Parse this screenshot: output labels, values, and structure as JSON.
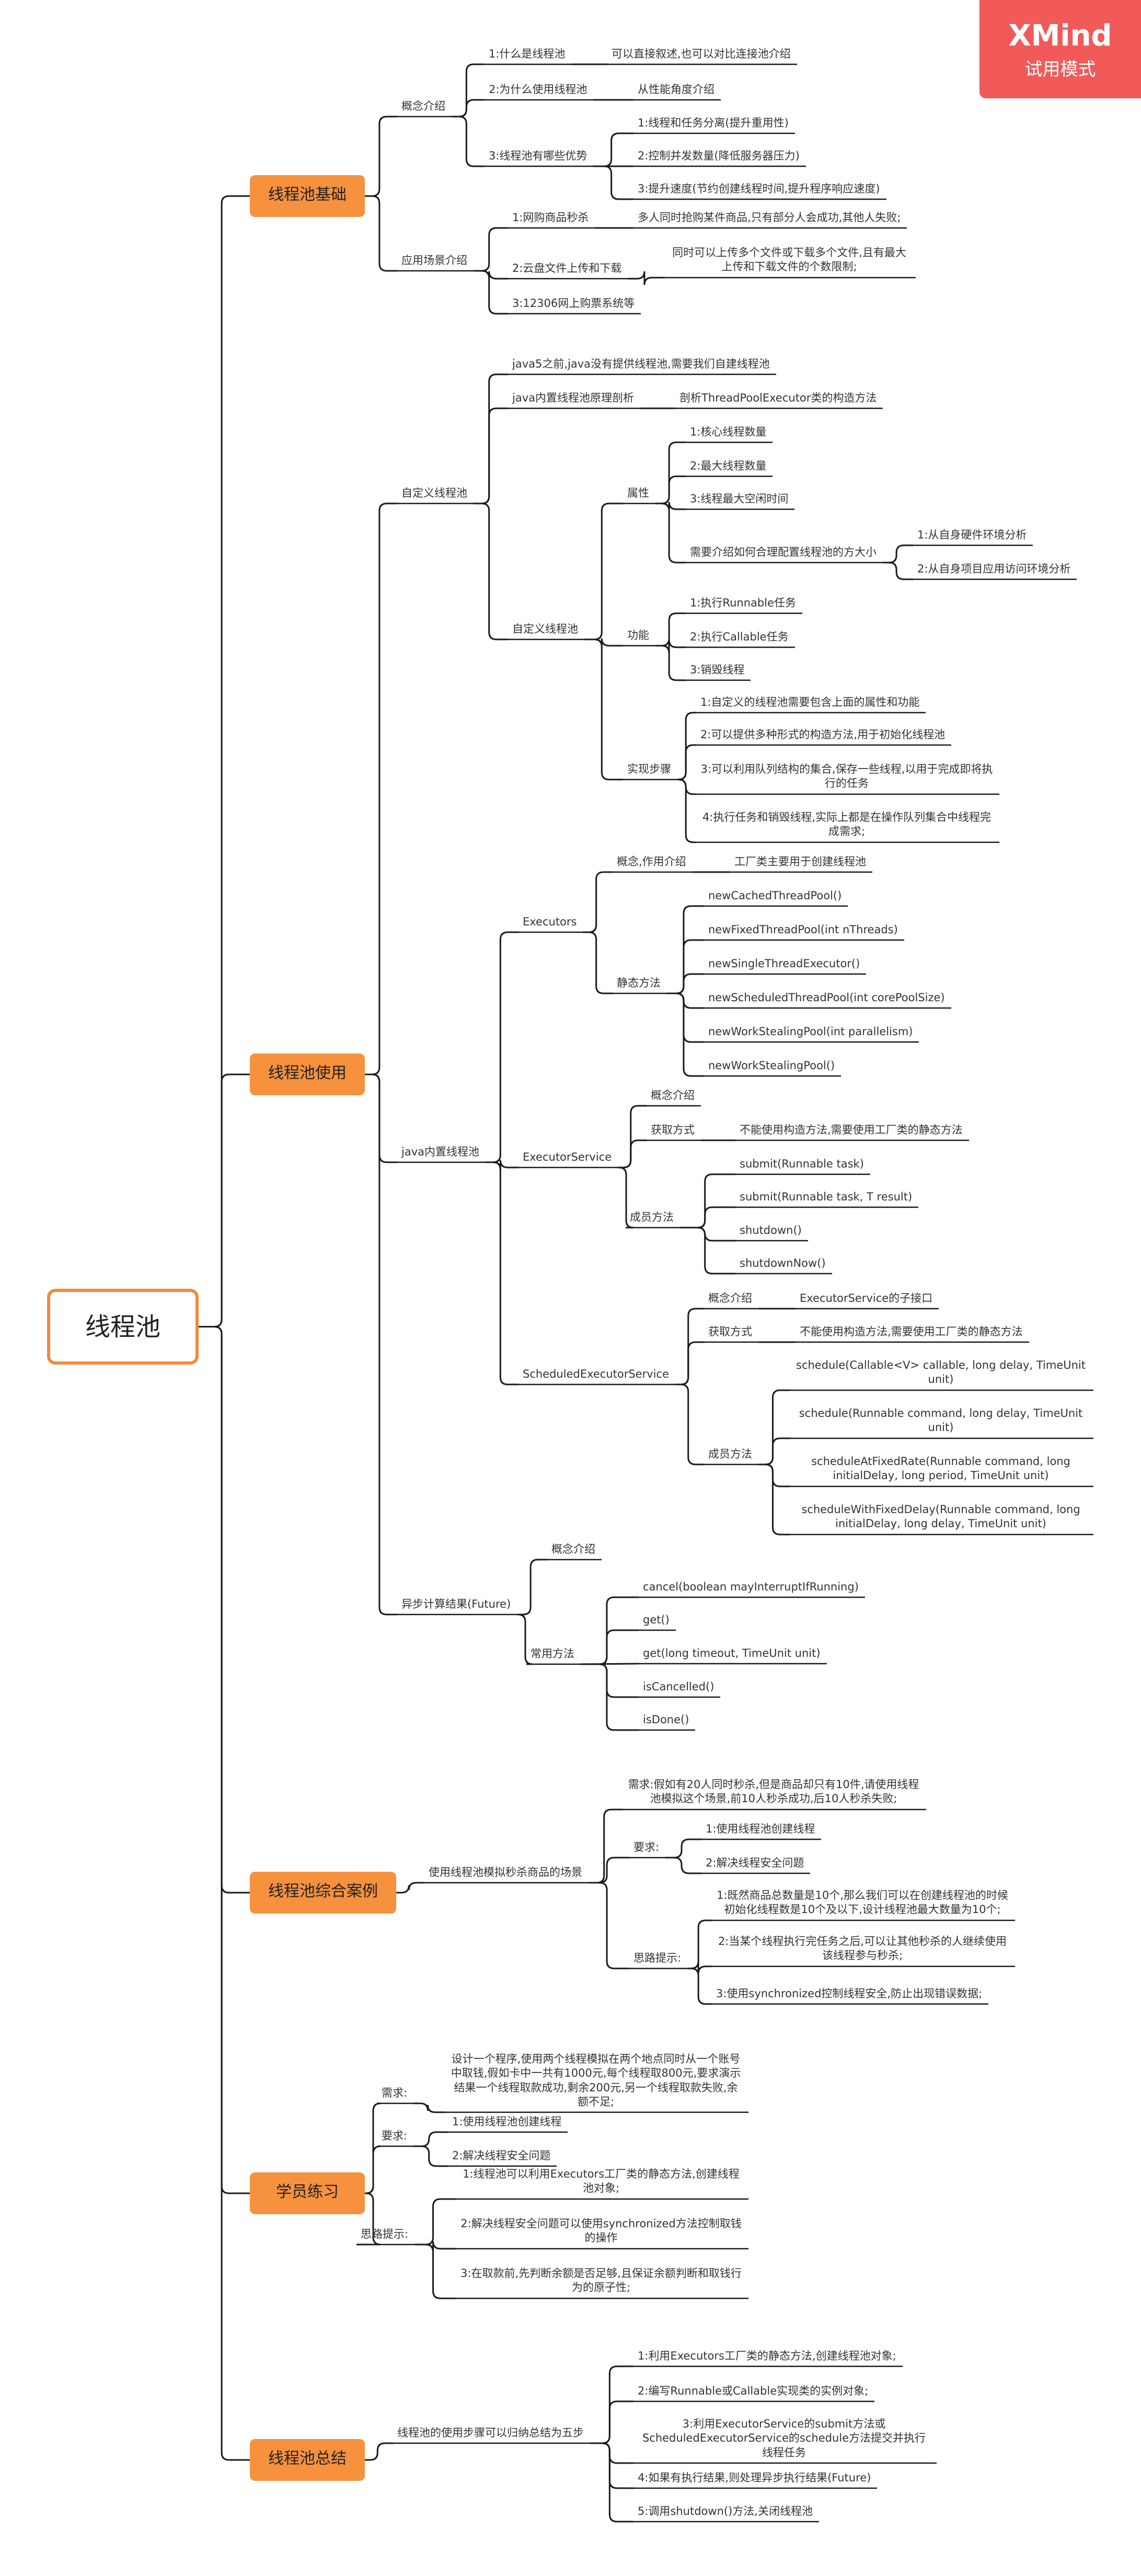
{
  "badge": {
    "brand": "XMind",
    "mode": "试用模式"
  },
  "colors": {
    "line": "#1a1a1a",
    "accent": "#f6913d",
    "badge": "#f25a5a"
  },
  "nodes": [
    {
      "id": "root",
      "text": "线程池",
      "kind": "root"
    },
    {
      "id": "m1",
      "parent": "root",
      "text": "线程池基础",
      "kind": "main"
    },
    {
      "id": "m1a",
      "parent": "m1",
      "text": "概念介绍"
    },
    {
      "id": "m1a1",
      "parent": "m1a",
      "text": "1:什么是线程池"
    },
    {
      "id": "m1a1a",
      "parent": "m1a1",
      "text": "可以直接叙述,也可以对比连接池介绍"
    },
    {
      "id": "m1a2",
      "parent": "m1a",
      "text": "2:为什么使用线程池"
    },
    {
      "id": "m1a2a",
      "parent": "m1a2",
      "text": "从性能角度介绍"
    },
    {
      "id": "m1a3",
      "parent": "m1a",
      "text": "3:线程池有哪些优势"
    },
    {
      "id": "m1a3a",
      "parent": "m1a3",
      "text": "1:线程和任务分离(提升重用性)"
    },
    {
      "id": "m1a3b",
      "parent": "m1a3",
      "text": "2:控制并发数量(降低服务器压力)"
    },
    {
      "id": "m1a3c",
      "parent": "m1a3",
      "text": "3:提升速度(节约创建线程时间,提升程序响应速度)"
    },
    {
      "id": "m1b",
      "parent": "m1",
      "text": "应用场景介绍"
    },
    {
      "id": "m1b1",
      "parent": "m1b",
      "text": "1:网购商品秒杀"
    },
    {
      "id": "m1b1a",
      "parent": "m1b1",
      "text": "多人同时抢购某件商品,只有部分人会成功,其他人失败;"
    },
    {
      "id": "m1b2",
      "parent": "m1b",
      "text": "2:云盘文件上传和下载"
    },
    {
      "id": "m1b2a",
      "parent": "m1b2",
      "text": "同时可以上传多个文件或下载多个文件,且有最大上传和下载文件的个数限制;"
    },
    {
      "id": "m1b3",
      "parent": "m1b",
      "text": "3:12306网上购票系统等"
    },
    {
      "id": "m2",
      "parent": "root",
      "text": "线程池使用",
      "kind": "main"
    },
    {
      "id": "m2a",
      "parent": "m2",
      "text": "自定义线程池"
    },
    {
      "id": "m2a1",
      "parent": "m2a",
      "text": "java5之前,java没有提供线程池,需要我们自建线程池"
    },
    {
      "id": "m2a2",
      "parent": "m2a",
      "text": "java内置线程池原理剖析"
    },
    {
      "id": "m2a2a",
      "parent": "m2a2",
      "text": "剖析ThreadPoolExecutor类的构造方法"
    },
    {
      "id": "m2a3",
      "parent": "m2a",
      "text": "自定义线程池"
    },
    {
      "id": "m2a3a",
      "parent": "m2a3",
      "text": "属性"
    },
    {
      "id": "m2a3a1",
      "parent": "m2a3a",
      "text": "1:核心线程数量"
    },
    {
      "id": "m2a3a2",
      "parent": "m2a3a",
      "text": "2:最大线程数量"
    },
    {
      "id": "m2a3a3",
      "parent": "m2a3a",
      "text": "3:线程最大空闲时间"
    },
    {
      "id": "m2a3a4",
      "parent": "m2a3a",
      "text": "需要介绍如何合理配置线程池的方大小"
    },
    {
      "id": "m2a3a4a",
      "parent": "m2a3a4",
      "text": "1:从自身硬件环境分析"
    },
    {
      "id": "m2a3a4b",
      "parent": "m2a3a4",
      "text": "2:从自身项目应用访问环境分析"
    },
    {
      "id": "m2a3b",
      "parent": "m2a3",
      "text": "功能"
    },
    {
      "id": "m2a3b1",
      "parent": "m2a3b",
      "text": "1:执行Runnable任务"
    },
    {
      "id": "m2a3b2",
      "parent": "m2a3b",
      "text": "2:执行Callable任务"
    },
    {
      "id": "m2a3b3",
      "parent": "m2a3b",
      "text": "3:销毁线程"
    },
    {
      "id": "m2a3c",
      "parent": "m2a3",
      "text": "实现步骤"
    },
    {
      "id": "m2a3c1",
      "parent": "m2a3c",
      "text": "1:自定义的线程池需要包含上面的属性和功能"
    },
    {
      "id": "m2a3c2",
      "parent": "m2a3c",
      "text": "2:可以提供多种形式的构造方法,用于初始化线程池"
    },
    {
      "id": "m2a3c3",
      "parent": "m2a3c",
      "text": "3:可以利用队列结构的集合,保存一些线程,以用于完成即将执行的任务"
    },
    {
      "id": "m2a3c4",
      "parent": "m2a3c",
      "text": "4:执行任务和销毁线程,实际上都是在操作队列集合中线程完成需求;"
    },
    {
      "id": "m2b",
      "parent": "m2",
      "text": "java内置线程池"
    },
    {
      "id": "m2b1",
      "parent": "m2b",
      "text": "Executors"
    },
    {
      "id": "m2b1a",
      "parent": "m2b1",
      "text": "概念,作用介绍"
    },
    {
      "id": "m2b1a1",
      "parent": "m2b1a",
      "text": "工厂类主要用于创建线程池"
    },
    {
      "id": "m2b1b",
      "parent": "m2b1",
      "text": "静态方法"
    },
    {
      "id": "m2b1b1",
      "parent": "m2b1b",
      "text": "newCachedThreadPool()"
    },
    {
      "id": "m2b1b2",
      "parent": "m2b1b",
      "text": "newFixedThreadPool(int nThreads)"
    },
    {
      "id": "m2b1b3",
      "parent": "m2b1b",
      "text": "newSingleThreadExecutor()"
    },
    {
      "id": "m2b1b4",
      "parent": "m2b1b",
      "text": "newScheduledThreadPool(int corePoolSize)"
    },
    {
      "id": "m2b1b5",
      "parent": "m2b1b",
      "text": "newWorkStealingPool(int parallelism)"
    },
    {
      "id": "m2b1b6",
      "parent": "m2b1b",
      "text": "newWorkStealingPool()"
    },
    {
      "id": "m2b2",
      "parent": "m2b",
      "text": "ExecutorService"
    },
    {
      "id": "m2b2a",
      "parent": "m2b2",
      "text": "概念介绍"
    },
    {
      "id": "m2b2b",
      "parent": "m2b2",
      "text": "获取方式"
    },
    {
      "id": "m2b2b1",
      "parent": "m2b2b",
      "text": "不能使用构造方法,需要使用工厂类的静态方法"
    },
    {
      "id": "m2b2c",
      "parent": "m2b2",
      "text": "成员方法"
    },
    {
      "id": "m2b2c1",
      "parent": "m2b2c",
      "text": "submit(Runnable task)"
    },
    {
      "id": "m2b2c2",
      "parent": "m2b2c",
      "text": "submit(Runnable task, T result)"
    },
    {
      "id": "m2b2c3",
      "parent": "m2b2c",
      "text": "shutdown()"
    },
    {
      "id": "m2b2c4",
      "parent": "m2b2c",
      "text": "shutdownNow()"
    },
    {
      "id": "m2b3",
      "parent": "m2b",
      "text": "ScheduledExecutorService"
    },
    {
      "id": "m2b3a",
      "parent": "m2b3",
      "text": "概念介绍"
    },
    {
      "id": "m2b3a1",
      "parent": "m2b3a",
      "text": "ExecutorService的子接口"
    },
    {
      "id": "m2b3b",
      "parent": "m2b3",
      "text": "获取方式"
    },
    {
      "id": "m2b3b1",
      "parent": "m2b3b",
      "text": "不能使用构造方法,需要使用工厂类的静态方法"
    },
    {
      "id": "m2b3c",
      "parent": "m2b3",
      "text": "成员方法"
    },
    {
      "id": "m2b3c1",
      "parent": "m2b3c",
      "text": "schedule(Callable<V> callable, long delay, TimeUnit unit)"
    },
    {
      "id": "m2b3c2",
      "parent": "m2b3c",
      "text": "schedule(Runnable command, long delay, TimeUnit unit)"
    },
    {
      "id": "m2b3c3",
      "parent": "m2b3c",
      "text": "scheduleAtFixedRate(Runnable command, long initialDelay, long period, TimeUnit unit)"
    },
    {
      "id": "m2b3c4",
      "parent": "m2b3c",
      "text": "scheduleWithFixedDelay(Runnable command, long initialDelay, long delay, TimeUnit unit)"
    },
    {
      "id": "m2c",
      "parent": "m2",
      "text": "异步计算结果(Future)"
    },
    {
      "id": "m2c1",
      "parent": "m2c",
      "text": "概念介绍"
    },
    {
      "id": "m2c2",
      "parent": "m2c",
      "text": "常用方法"
    },
    {
      "id": "m2c2a",
      "parent": "m2c2",
      "text": "cancel(boolean mayInterruptIfRunning)"
    },
    {
      "id": "m2c2b",
      "parent": "m2c2",
      "text": "get()"
    },
    {
      "id": "m2c2c",
      "parent": "m2c2",
      "text": "get(long timeout, TimeUnit unit)"
    },
    {
      "id": "m2c2d",
      "parent": "m2c2",
      "text": "isCancelled()"
    },
    {
      "id": "m2c2e",
      "parent": "m2c2",
      "text": "isDone()"
    },
    {
      "id": "m3",
      "parent": "root",
      "text": "线程池综合案例",
      "kind": "main"
    },
    {
      "id": "m3a",
      "parent": "m3",
      "text": "使用线程池模拟秒杀商品的场景"
    },
    {
      "id": "m3a1",
      "parent": "m3a",
      "text": "需求:假如有20人同时秒杀,但是商品却只有10件,请使用线程池模拟这个场景,前10人秒杀成功,后10人秒杀失败;"
    },
    {
      "id": "m3a2",
      "parent": "m3a",
      "text": "要求:"
    },
    {
      "id": "m3a2a",
      "parent": "m3a2",
      "text": "1:使用线程池创建线程"
    },
    {
      "id": "m3a2b",
      "parent": "m3a2",
      "text": "2:解决线程安全问题"
    },
    {
      "id": "m3a3",
      "parent": "m3a",
      "text": "思路提示:"
    },
    {
      "id": "m3a3a",
      "parent": "m3a3",
      "text": "1:既然商品总数量是10个,那么我们可以在创建线程池的时候初始化线程数是10个及以下,设计线程池最大数量为10个;"
    },
    {
      "id": "m3a3b",
      "parent": "m3a3",
      "text": "2:当某个线程执行完任务之后,可以让其他秒杀的人继续使用该线程参与秒杀;"
    },
    {
      "id": "m3a3c",
      "parent": "m3a3",
      "text": "3:使用synchronized控制线程安全,防止出现错误数据;"
    },
    {
      "id": "m4",
      "parent": "root",
      "text": "学员练习",
      "kind": "main"
    },
    {
      "id": "m4a",
      "parent": "m4",
      "text": "需求:"
    },
    {
      "id": "m4a1",
      "parent": "m4a",
      "text": "设计一个程序,使用两个线程模拟在两个地点同时从一个账号中取钱,假如卡中一共有1000元,每个线程取800元,要求演示结果一个线程取款成功,剩余200元,另一个线程取款失败,余额不足;"
    },
    {
      "id": "m4b",
      "parent": "m4",
      "text": "要求:"
    },
    {
      "id": "m4b1",
      "parent": "m4b",
      "text": "1:使用线程池创建线程"
    },
    {
      "id": "m4b2",
      "parent": "m4b",
      "text": "2:解决线程安全问题"
    },
    {
      "id": "m4c",
      "parent": "m4",
      "text": "思路提示:"
    },
    {
      "id": "m4c1",
      "parent": "m4c",
      "text": "1:线程池可以利用Executors工厂类的静态方法,创建线程池对象;"
    },
    {
      "id": "m4c2",
      "parent": "m4c",
      "text": "2:解决线程安全问题可以使用synchronized方法控制取钱的操作"
    },
    {
      "id": "m4c3",
      "parent": "m4c",
      "text": "3:在取款前,先判断余额是否足够,且保证余额判断和取钱行为的原子性;"
    },
    {
      "id": "m5",
      "parent": "root",
      "text": "线程池总结",
      "kind": "main"
    },
    {
      "id": "m5a",
      "parent": "m5",
      "text": "线程池的使用步骤可以归纳总结为五步"
    },
    {
      "id": "m5a1",
      "parent": "m5a",
      "text": "1:利用Executors工厂类的静态方法,创建线程池对象;"
    },
    {
      "id": "m5a2",
      "parent": "m5a",
      "text": "2:编写Runnable或Callable实现类的实例对象;"
    },
    {
      "id": "m5a3",
      "parent": "m5a",
      "text": "3:利用ExecutorService的submit方法或ScheduledExecutorService的schedule方法提交并执行线程任务"
    },
    {
      "id": "m5a4",
      "parent": "m5a",
      "text": "4:如果有执行结果,则处理异步执行结果(Future)"
    },
    {
      "id": "m5a5",
      "parent": "m5a",
      "text": "5:调用shutdown()方法,关闭线程池"
    }
  ]
}
